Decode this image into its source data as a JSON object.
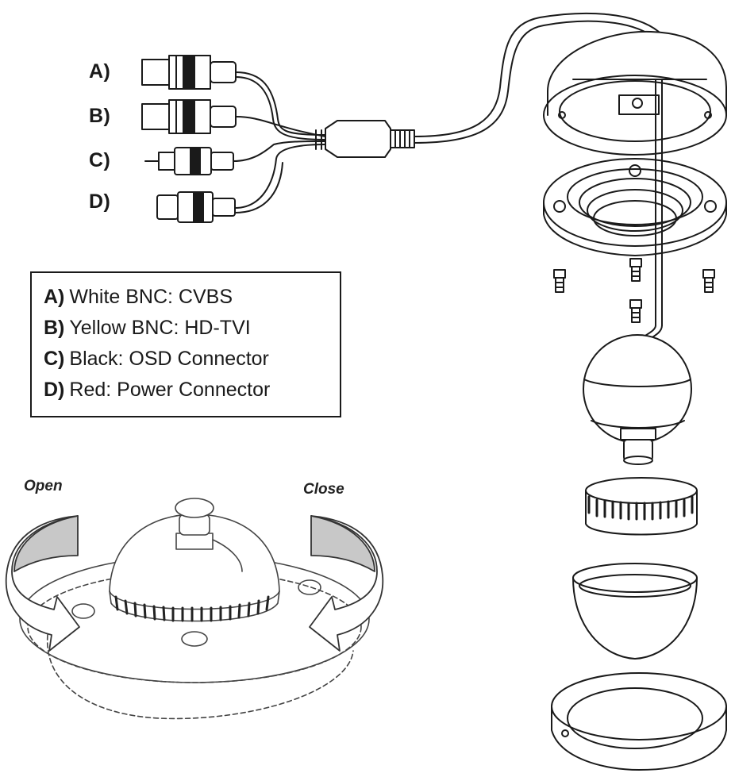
{
  "cables": [
    {
      "letter": "A)",
      "description": "White BNC: CVBS"
    },
    {
      "letter": "B)",
      "description": "Yellow BNC: HD-TVI"
    },
    {
      "letter": "C)",
      "description": "Black: OSD Connector"
    },
    {
      "letter": "D)",
      "description": "Red: Power Connector"
    }
  ],
  "rotation": {
    "open_label": "Open",
    "close_label": "Close"
  },
  "colors": {
    "line": "#1a1a1a",
    "arrow_fill": "#c8c8c8",
    "band": "#1a1a1a"
  }
}
